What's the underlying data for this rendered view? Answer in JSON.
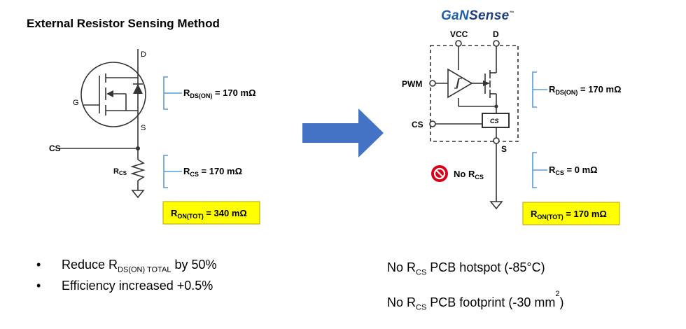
{
  "left": {
    "title": "External Resistor Sensing Method",
    "pin_d": "D",
    "pin_g": "G",
    "pin_s": "S",
    "cs": "CS",
    "rcs_label": "R",
    "rcs_sub": "CS",
    "rds_text": "R",
    "rds_sub": "DS(ON)",
    "rds_value": " = 170 mΩ",
    "rcs_text": "R",
    "rcs_sub2": "CS",
    "rcs_value": " = 170 mΩ",
    "ron_text": "R",
    "ron_sub": "ON(TOT)",
    "ron_value": " = 340 mΩ"
  },
  "right": {
    "logo_a": "GaN",
    "logo_b": "Sense",
    "logo_tm": "™",
    "vcc": "VCC",
    "d": "D",
    "pwm": "PWM",
    "cs": "CS",
    "cs_box": "CS",
    "s": "S",
    "no_rcs_text": "No R",
    "no_rcs_sub": "CS",
    "rds_text": "R",
    "rds_sub": "DS(ON)",
    "rds_value": " = 170 mΩ",
    "rcs_text": "R",
    "rcs_sub": "CS",
    "rcs_value": " = 0 mΩ",
    "ron_text": "R",
    "ron_sub": "ON(TOT)",
    "ron_value": " = 170 mΩ"
  },
  "bullets": [
    {
      "pre": "Reduce R",
      "sub": "DS(ON)  TOTAL",
      "post": " by 50%"
    },
    {
      "pre": "Efficiency increased +0.5%",
      "sub": "",
      "post": ""
    }
  ],
  "notes": [
    {
      "pre": "No R",
      "sub": "CS",
      "post": " PCB hotspot (-85°C)",
      "sup": ""
    },
    {
      "pre": "No R",
      "sub": "CS",
      "post": " PCB footprint (-30 mm",
      "sup": "2",
      "tail": ")"
    }
  ],
  "bullet_char": "•",
  "colors": {
    "arrow": "#4472c4",
    "bracket": "#5b9bd5",
    "highlight": "#ffff00",
    "highlight_border": "#b8a000",
    "logo": "#1f5fa8",
    "no_sign": "#d9001b"
  }
}
